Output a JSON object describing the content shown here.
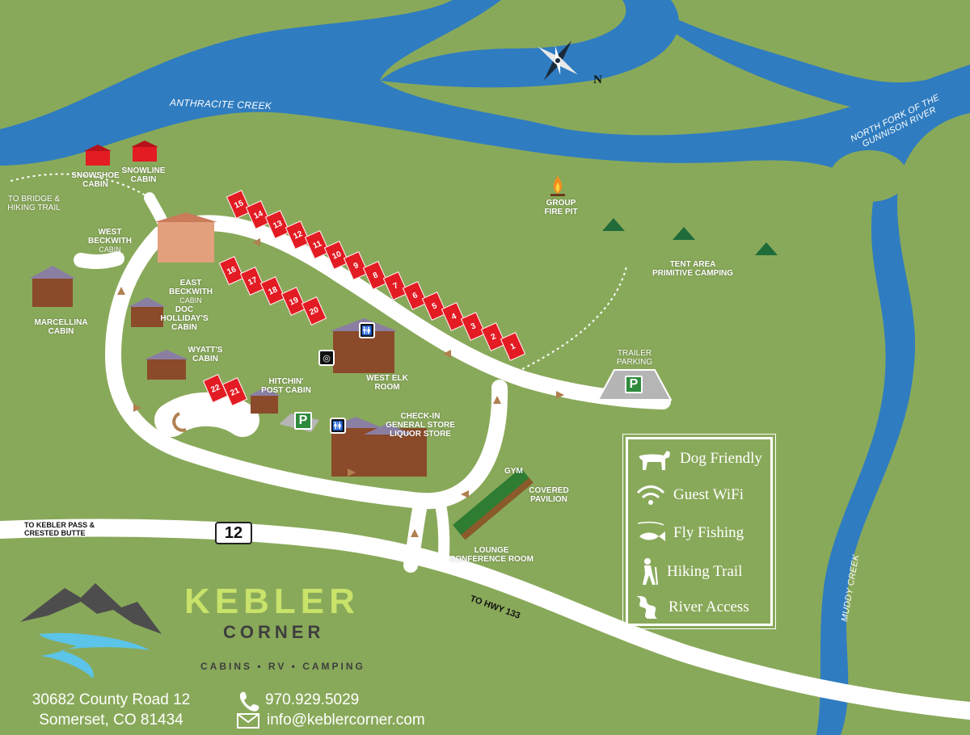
{
  "map": {
    "compass_label": "N",
    "rivers": {
      "anthracite": "ANTHRACITE CREEK",
      "north_fork": "NORTH FORK OF THE GUNNISON RIVER",
      "muddy": "MUDDY CREEK"
    },
    "cabins": {
      "snowshoe": "SNOWSHOE CABIN",
      "snowline": "SNOWLINE CABIN",
      "west_beckwith": "WEST BECKWITH",
      "west_beckwith_sub": "CABIN",
      "east_beckwith": "EAST BECKWITH",
      "east_beckwith_sub": "CABIN",
      "marcellina": "MARCELLINA CABIN",
      "doc_holliday": "DOC HOLLIDAY'S CABIN",
      "wyatt": "WYATT'S CABIN",
      "hitchin_post": "HITCHIN' POST CABIN"
    },
    "places": {
      "bridge_trail": "TO BRIDGE & HIKING TRAIL",
      "group_fire_pit": "GROUP FIRE PIT",
      "tent_area": "TENT AREA PRIMITIVE CAMPING",
      "trailer_parking": "TRAILER PARKING",
      "west_elk_room": "WEST ELK ROOM",
      "check_in": "CHECK-IN GENERAL STORE LIQUOR STORE",
      "gym": "GYM",
      "covered_pavilion": "COVERED PAVILION",
      "lounge": "LOUNGE CONFERENCE ROOM"
    },
    "roads": {
      "highway_number": "12",
      "to_kebler": "TO KEBLER PASS & CRESTED BUTTE",
      "to_hwy133": "TO HWY 133"
    },
    "parking_symbol": "P",
    "rv_sites_upper": [
      "15",
      "14",
      "13",
      "12",
      "11",
      "10",
      "9",
      "8",
      "7",
      "6",
      "5",
      "4",
      "3",
      "2",
      "1"
    ],
    "rv_sites_middle": [
      "16",
      "17",
      "18",
      "19",
      "20"
    ],
    "rv_sites_lower": [
      "22",
      "21"
    ]
  },
  "legend": {
    "items": [
      {
        "label": "Dog Friendly",
        "icon": "dog-icon"
      },
      {
        "label": "Guest WiFi",
        "icon": "wifi-icon"
      },
      {
        "label": "Fly Fishing",
        "icon": "fish-icon"
      },
      {
        "label": "Hiking Trail",
        "icon": "hiker-icon"
      },
      {
        "label": "River Access",
        "icon": "river-icon"
      }
    ]
  },
  "brand": {
    "name": "KEBLER",
    "sub": "CORNER",
    "tagline": "CABINS • RV • CAMPING"
  },
  "contact": {
    "address_line1": "30682 County Road 12",
    "address_line2": "Somerset, CO 81434",
    "phone": "970.929.5029",
    "email": "info@keblercorner.com"
  },
  "colors": {
    "grass": "#89a95a",
    "river": "#2f7cc0",
    "site_red": "#e31b23",
    "parking_green": "#2d8b3b",
    "brand_green": "#c8e26a"
  }
}
